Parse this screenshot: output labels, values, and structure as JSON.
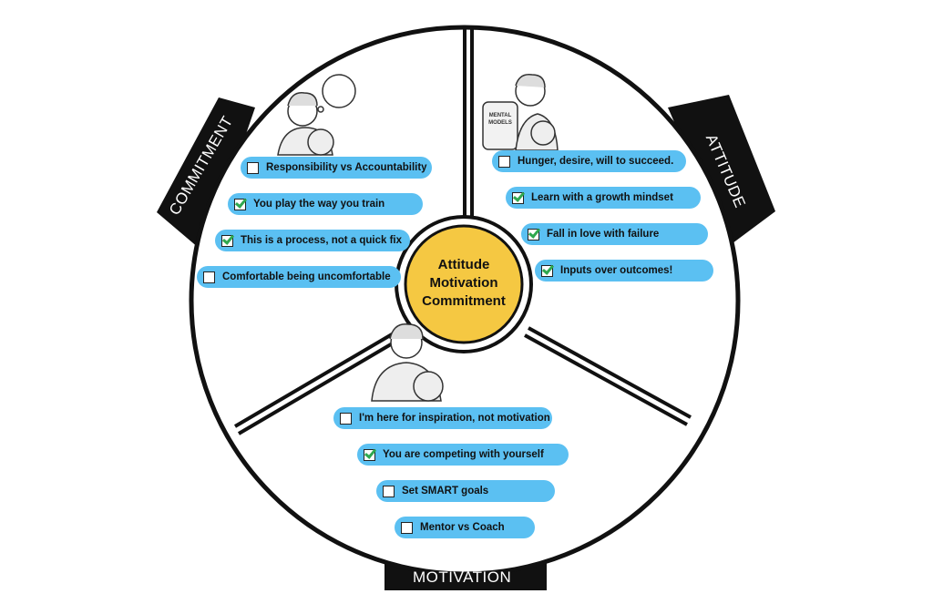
{
  "hub": {
    "lines": [
      "Attitude",
      "Motivation",
      "Commitment"
    ]
  },
  "sections": {
    "commitment": {
      "label": "COMMITMENT",
      "items": [
        {
          "text": "Responsibility vs Accountability",
          "checked": false
        },
        {
          "text": "You play the way you train",
          "checked": true
        },
        {
          "text": "This is a process, not a quick fix",
          "checked": true
        },
        {
          "text": "Comfortable being uncomfortable",
          "checked": false
        }
      ]
    },
    "attitude": {
      "label": "ATTITUDE",
      "backpack_text": "MENTAL MODELS",
      "items": [
        {
          "text": "Hunger, desire, will to succeed.",
          "checked": false
        },
        {
          "text": "Learn with a growth mindset",
          "checked": true
        },
        {
          "text": "Fall in love with failure",
          "checked": true
        },
        {
          "text": "Inputs over outcomes!",
          "checked": true
        }
      ]
    },
    "motivation": {
      "label": "MOTIVATION",
      "items": [
        {
          "text": "I'm here for inspiration, not motivation",
          "checked": false
        },
        {
          "text": "You are competing with yourself",
          "checked": true
        },
        {
          "text": "Set SMART goals",
          "checked": false
        },
        {
          "text": "Mentor vs Coach",
          "checked": false
        }
      ]
    }
  },
  "colors": {
    "pill": "#5bc0f2",
    "hub": "#f5c842",
    "tab": "#111111",
    "check": "#2fa84f"
  }
}
